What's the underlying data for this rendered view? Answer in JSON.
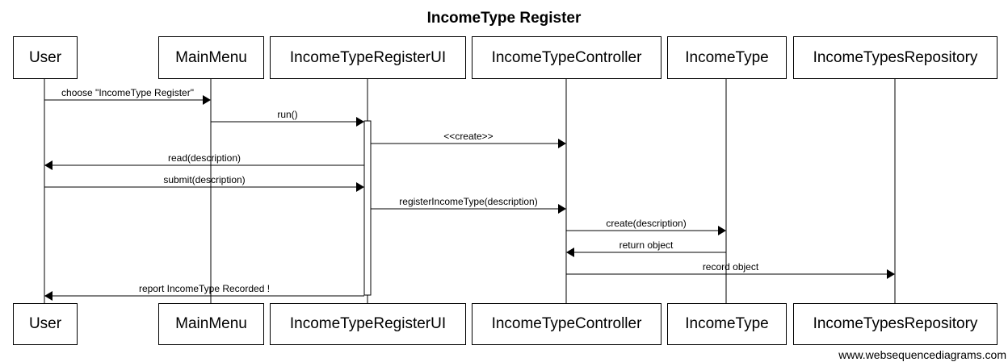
{
  "diagram": {
    "title": "IncomeType Register",
    "footer": "www.websequencediagrams.com",
    "participants": [
      {
        "id": "user",
        "label": "User"
      },
      {
        "id": "mainmenu",
        "label": "MainMenu"
      },
      {
        "id": "ui",
        "label": "IncomeTypeRegisterUI"
      },
      {
        "id": "controller",
        "label": "IncomeTypeController"
      },
      {
        "id": "incometype",
        "label": "IncomeType"
      },
      {
        "id": "repo",
        "label": "IncomeTypesRepository"
      }
    ],
    "messages": [
      {
        "from": "user",
        "to": "mainmenu",
        "label": "choose \"IncomeType Register\""
      },
      {
        "from": "mainmenu",
        "to": "ui",
        "label": "run()"
      },
      {
        "from": "ui",
        "to": "controller",
        "label": "<<create>>"
      },
      {
        "from": "ui",
        "to": "user",
        "label": "read(description)"
      },
      {
        "from": "user",
        "to": "ui",
        "label": "submit(description)"
      },
      {
        "from": "ui",
        "to": "controller",
        "label": "registerIncomeType(description)"
      },
      {
        "from": "controller",
        "to": "incometype",
        "label": "create(description)"
      },
      {
        "from": "incometype",
        "to": "controller",
        "label": "return object"
      },
      {
        "from": "controller",
        "to": "repo",
        "label": "record object"
      },
      {
        "from": "ui",
        "to": "user",
        "label": "report IncomeType Recorded !"
      }
    ]
  }
}
